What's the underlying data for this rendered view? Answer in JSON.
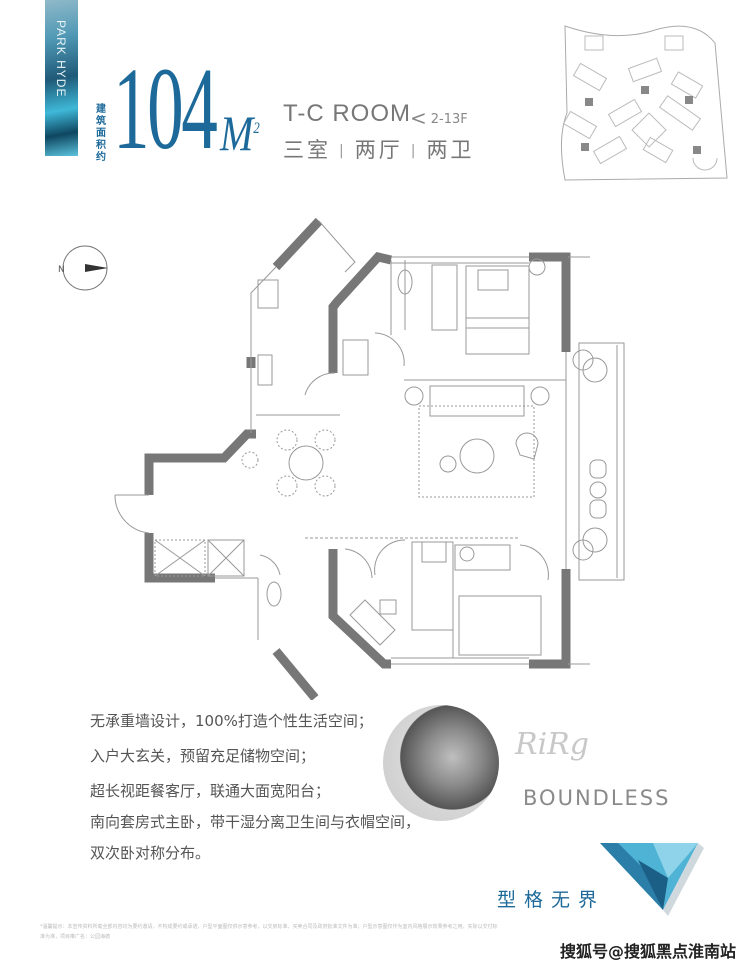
{
  "brand": {
    "strip_text": "PARK HYDE",
    "accent_color": "#1d6a9a"
  },
  "header": {
    "area_label": "建筑面积约",
    "area_value": "104",
    "area_unit": "M",
    "area_unit_sup": "2",
    "room_type": "T-C ROOM",
    "floors": "2-13F",
    "floors_arrow": "<",
    "layout": [
      "三室",
      "两厅",
      "两卫"
    ],
    "layout_separator": "|"
  },
  "compass": {
    "label": "N"
  },
  "description": [
    "无承重墙设计，100%打造个性生活空间；",
    "入户大玄关，预留充足储物空间；",
    "超长视距餐客厅，联通大面宽阳台；",
    "南向套房式主卧，带干湿分离卫生间与衣帽空间，",
    "双次卧对称分布。"
  ],
  "signature": "RiRg",
  "tagline_en": "BOUNDLESS",
  "tagline_cn": "型格无界",
  "disclaimer": "*温馨提示：本宣传资料所载全部内容均为要约邀请，不构成要约或承诺，户型平面图仅供示意参考，以交房标准、买卖合同及政府批准文件为准；户型示意图仅作为室内风格展示效果参考之用，实际以交付标准为准，项目推广名：公园海德",
  "watermark": "搜狐号@搜狐黑点淮南站"
}
